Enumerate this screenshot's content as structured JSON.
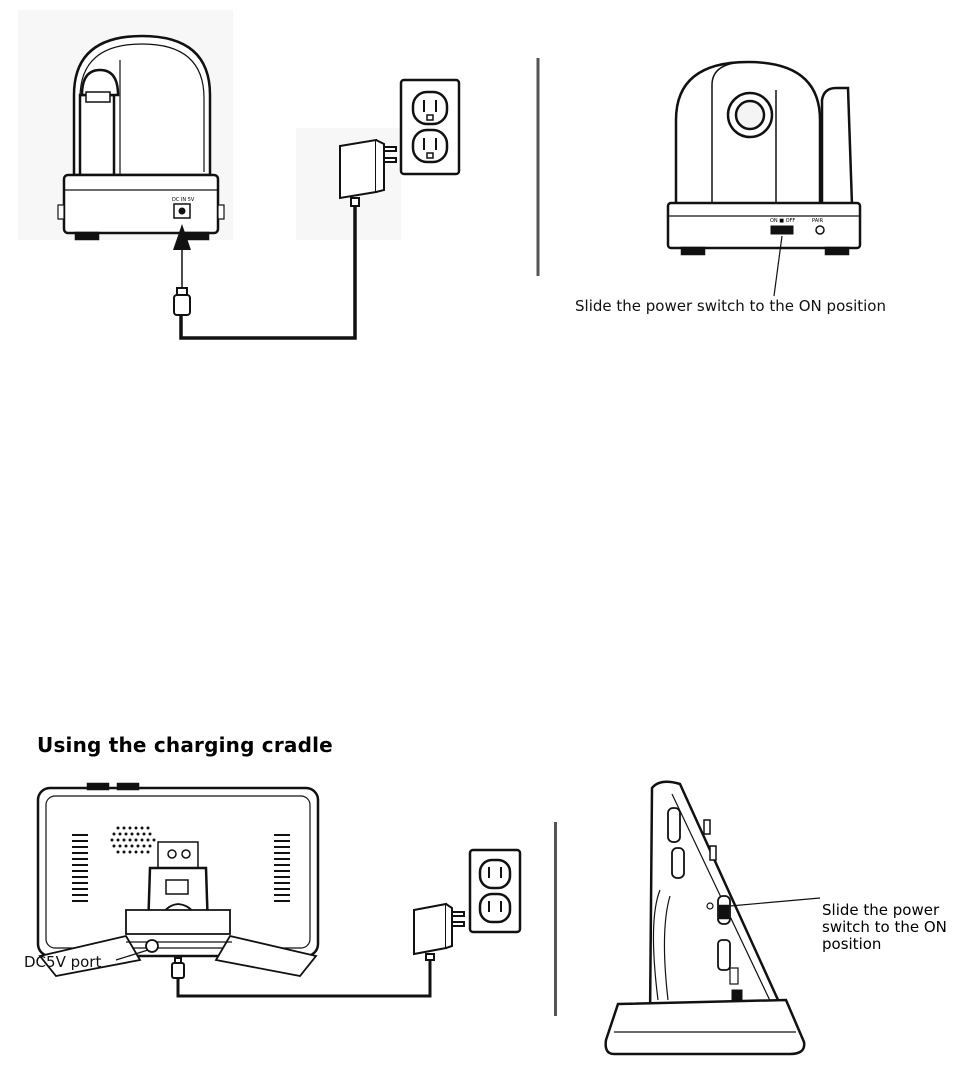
{
  "top": {
    "camera_port_label": "DC IN 5V",
    "switch_text_small": "ON ■ OFF",
    "pair_text_small": "PAIR",
    "caption": "Slide the power switch to the ON position"
  },
  "bottom": {
    "section_title": "Using the charging cradle",
    "port_label": "DC5V port",
    "switch_caption_lines": [
      "Slide the power",
      "switch to the ON",
      "position"
    ]
  }
}
